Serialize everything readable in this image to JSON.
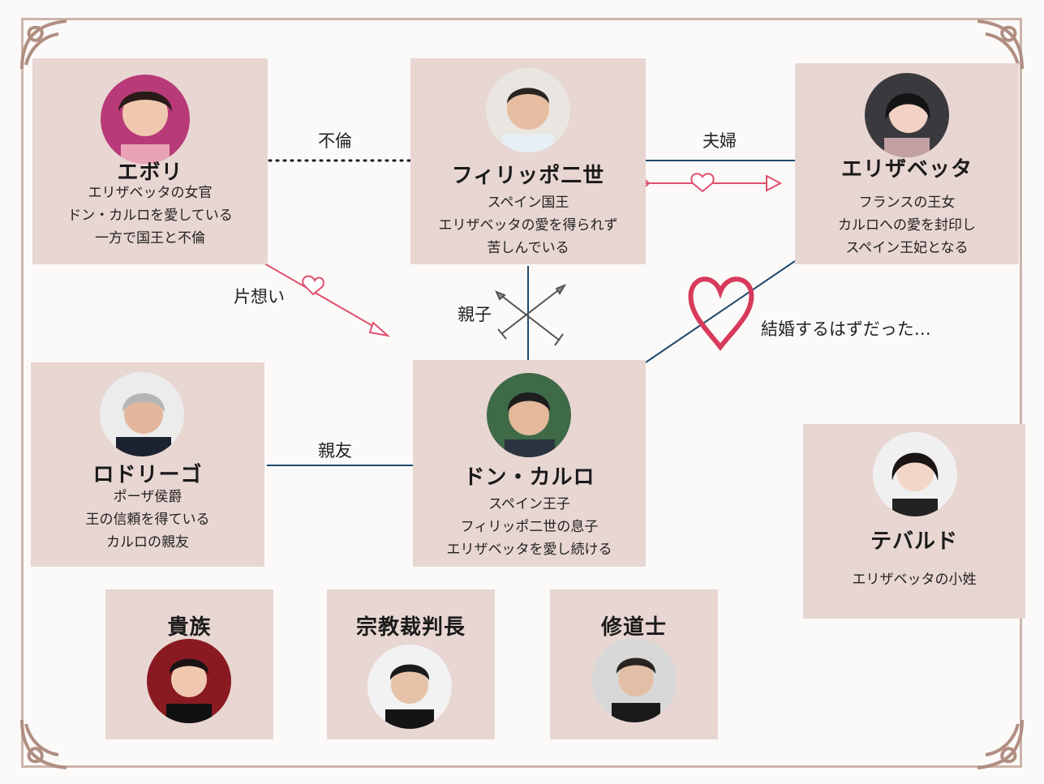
{
  "characters": {
    "eboli": {
      "name": "エボリ",
      "lines": [
        "エリザベッタの女官",
        "ドン・カルロを愛している",
        "一方で国王と不倫"
      ]
    },
    "filippo": {
      "name": "フィリッポ二世",
      "lines": [
        "スペイン国王",
        "エリザベッタの愛を得られず",
        "苦しんでいる"
      ]
    },
    "elisabetta": {
      "name": "エリザベッタ",
      "lines": [
        "フランスの王女",
        "カルロへの愛を封印し",
        "スペイン王妃となる"
      ]
    },
    "rodrigo": {
      "name": "ロドリーゴ",
      "lines": [
        "ポーザ侯爵",
        "王の信頼を得ている",
        "カルロの親友"
      ]
    },
    "carlo": {
      "name": "ドン・カルロ",
      "lines": [
        "スペイン王子",
        "フィリッポ二世の息子",
        "エリザベッタを愛し続ける"
      ]
    },
    "tebaldo": {
      "name": "テバルド",
      "lines": [
        "エリザベッタの小姓"
      ]
    },
    "noble": {
      "name": "貴族"
    },
    "inquisitor": {
      "name": "宗教裁判長"
    },
    "friar": {
      "name": "修道士"
    }
  },
  "relations": {
    "affair": "不倫",
    "couple": "夫婦",
    "unrequited": "片想い",
    "parent_child": "親子",
    "were_to_marry": "結婚するはずだった…",
    "best_friend": "親友"
  },
  "colors": {
    "card": "#e8d6d2",
    "line": "#1f4a6e",
    "arrow": "#e0506e",
    "heart": "#d83a5c"
  }
}
